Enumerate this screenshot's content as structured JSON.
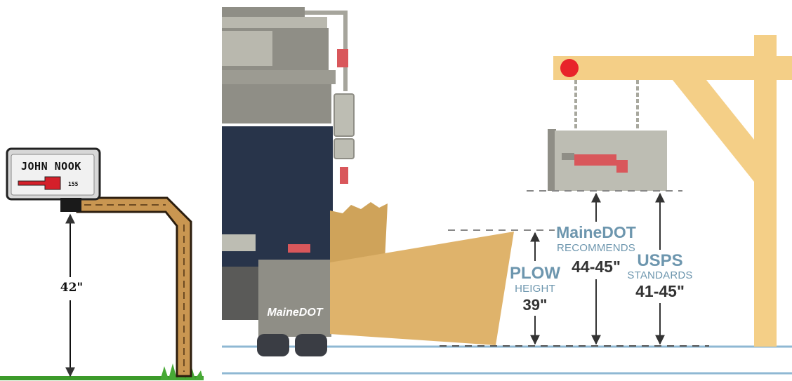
{
  "left_illustration": {
    "mailbox_name": "JOHN NOOK",
    "mailbox_number": "155",
    "height_label": "42\""
  },
  "truck": {
    "brand_label": "MaineDOT"
  },
  "measurements": {
    "plow": {
      "title": "PLOW",
      "subtitle": "HEIGHT",
      "value": "39\""
    },
    "mainedot": {
      "title": "MaineDOT",
      "subtitle": "RECOMMENDS",
      "value": "44-45\""
    },
    "usps": {
      "title": "USPS",
      "subtitle": "STANDARDS",
      "value": "41-45\""
    }
  },
  "colors": {
    "plow_blade": "#dfb36b",
    "snow_spray": "#cfa35a",
    "post_wood": "#f4cf87",
    "truck_cab": "#28344a",
    "truck_gray": "#8f8e86",
    "mailbox_gray": "#bdbdb3",
    "flag_red": "#d9575b",
    "text_blue": "#6d96ae",
    "ground_line": "#8fb8d3",
    "reflector_red": "#e8232a"
  }
}
